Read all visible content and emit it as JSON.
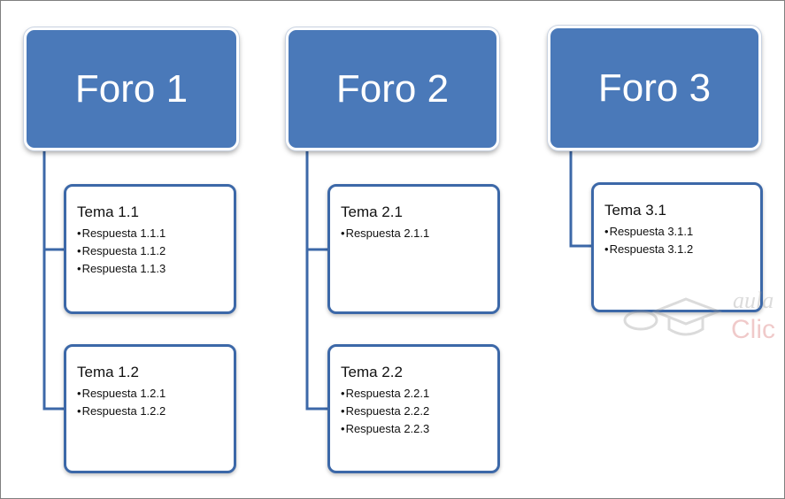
{
  "diagram": {
    "forums": [
      {
        "title": "Foro 1",
        "topics": [
          {
            "title": "Tema 1.1",
            "replies": [
              "Respuesta 1.1.1",
              "Respuesta 1.1.2",
              "Respuesta 1.1.3"
            ]
          },
          {
            "title": "Tema 1.2",
            "replies": [
              "Respuesta 1.2.1",
              "Respuesta 1.2.2"
            ]
          }
        ]
      },
      {
        "title": "Foro 2",
        "topics": [
          {
            "title": "Tema 2.1",
            "replies": [
              "Respuesta 2.1.1"
            ]
          },
          {
            "title": "Tema 2.2",
            "replies": [
              "Respuesta 2.2.1",
              "Respuesta 2.2.2",
              "Respuesta 2.2.3"
            ]
          }
        ]
      },
      {
        "title": "Foro 3",
        "topics": [
          {
            "title": "Tema 3.1",
            "replies": [
              "Respuesta 3.1.1",
              "Respuesta 3.1.2"
            ]
          }
        ]
      }
    ]
  },
  "watermark": {
    "text_top": "aula",
    "text_bottom": "Clic"
  },
  "colors": {
    "forum_fill": "#4a79b9",
    "topic_border": "#3c68a8",
    "connector": "#3c68a8"
  }
}
